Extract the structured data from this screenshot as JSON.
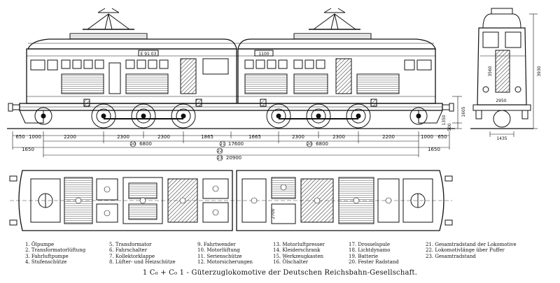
{
  "caption": "1 C₀ + C₀ 1 - Güterzuglokomotive der Deutschen Reichsbahn-Gesellschaft.",
  "plates": {
    "left": "E 91 03",
    "right": "1100"
  },
  "dimensions": {
    "row1": [
      "650",
      "1000",
      "2200",
      "2300",
      "2300",
      "1865",
      "1665",
      "2300",
      "2300",
      "2200",
      "1000",
      "650"
    ],
    "row2": [
      "6800",
      "6800"
    ],
    "row2_center": "17600",
    "row3_left": "1650",
    "row3_center": "20900",
    "row3_right": "1650",
    "side_width": "1435",
    "side_heights": [
      "3560",
      "2950",
      "3930"
    ],
    "right_verticals": [
      "1605",
      "1350",
      "500"
    ],
    "circled_overall": [
      "21",
      "22",
      "23"
    ],
    "circled_bogie": [
      "20",
      "20"
    ],
    "plan_vertical": "2700"
  },
  "legend": {
    "columns": [
      [
        "1. Ölpumpe",
        "2. Transformatorlüftung",
        "3. Fahrluftpumpe",
        "4. Stufenschütze"
      ],
      [
        "5. Transformator",
        "6. Fahrschalter",
        "7. Kollektorklappe",
        "8. Lüfter- und Heizschütze"
      ],
      [
        "9. Fahrtwender",
        "10. Motorlüftung",
        "11. Serienschütze",
        "12. Motorsicherungen"
      ],
      [
        "13. Motorluftpresser",
        "14. Kleiderschrank",
        "15. Werkzeugkasten",
        "16. Ölschalter"
      ],
      [
        "17. Drosselspule",
        "18. Lichtdynamo",
        "19. Batterie",
        "20. Fester Radstand"
      ],
      [
        "21. Gesamtradstand der Lokomotive",
        "22. Lokomotivlänge über Puffer",
        "23. Gesamtradstand"
      ]
    ]
  }
}
